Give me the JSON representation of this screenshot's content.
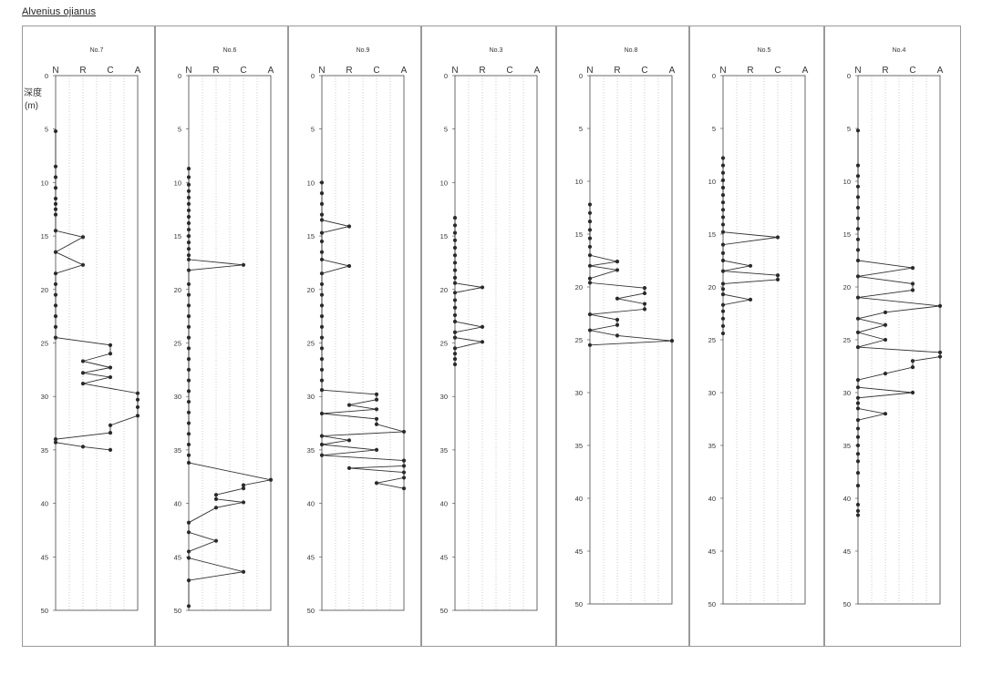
{
  "species": "Alvenius ojianus",
  "y_axis_label": "深度",
  "y_axis_unit": "(m)",
  "chart_data": [
    {
      "type": "line",
      "well": "No.7",
      "categories": [
        "N",
        "R",
        "C",
        "A"
      ],
      "ylim": [
        0,
        50
      ],
      "yticks": [
        0,
        5,
        10,
        15,
        20,
        25,
        30,
        35,
        40,
        45,
        50
      ],
      "depth": [
        5.2,
        8.5,
        9.5,
        10.5,
        11.5,
        12,
        12.5,
        13,
        14.5,
        15.1,
        16.5,
        17.7,
        18.5,
        19.5,
        20.5,
        21.5,
        22.5,
        23.5,
        24.5,
        25.2,
        26,
        26.7,
        27.3,
        27.8,
        28.2,
        28.8,
        29.7,
        30.3,
        31,
        31.8,
        32.7,
        33.4,
        34,
        34.3,
        34.7,
        35
      ],
      "abundance": [
        0,
        0,
        0,
        0,
        0,
        0,
        0,
        0,
        0,
        1,
        0,
        1,
        0,
        0,
        0,
        0,
        0,
        0,
        0,
        2,
        2,
        1,
        2,
        1,
        2,
        1,
        3,
        3,
        3,
        3,
        2,
        2,
        0,
        0,
        1,
        2
      ]
    },
    {
      "type": "line",
      "well": "No.6",
      "categories": [
        "N",
        "R",
        "C",
        "A"
      ],
      "ylim": [
        0,
        50
      ],
      "yticks": [
        0,
        5,
        10,
        15,
        20,
        25,
        30,
        35,
        40,
        45,
        50
      ],
      "depth": [
        8.7,
        9.5,
        10.2,
        10.8,
        11.4,
        12,
        12.6,
        13.2,
        13.8,
        14.4,
        15,
        15.6,
        16.2,
        16.8,
        17.2,
        17.7,
        18.2,
        19.5,
        20.5,
        21.5,
        22.5,
        23.5,
        24.5,
        25.5,
        26.5,
        27.5,
        28.5,
        29.5,
        30.5,
        31.5,
        32.5,
        33.5,
        34.5,
        35.5,
        36.2,
        37.8,
        38.3,
        38.6,
        39.2,
        39.6,
        39.9,
        40.4,
        41.8,
        42.7,
        43.5,
        44.5,
        45.1,
        46.4,
        47.2,
        49.6
      ],
      "abundance": [
        0,
        0,
        0,
        0,
        0,
        0,
        0,
        0,
        0,
        0,
        0,
        0,
        0,
        0,
        0,
        2,
        0,
        0,
        0,
        0,
        0,
        0,
        0,
        0,
        0,
        0,
        0,
        0,
        0,
        0,
        0,
        0,
        0,
        0,
        0,
        3,
        2,
        2,
        1,
        1,
        2,
        1,
        0,
        0,
        1,
        0,
        0,
        2,
        0,
        0
      ]
    },
    {
      "type": "line",
      "well": "No.9",
      "categories": [
        "N",
        "R",
        "C",
        "A"
      ],
      "ylim": [
        0,
        50
      ],
      "yticks": [
        0,
        5,
        10,
        15,
        20,
        25,
        30,
        35,
        40,
        45,
        50
      ],
      "depth": [
        10,
        11,
        12,
        13,
        13.5,
        14.1,
        14.7,
        15.5,
        16.5,
        17.2,
        17.8,
        18.5,
        19.5,
        20.5,
        21.5,
        22.5,
        23.5,
        24.5,
        25.5,
        26.5,
        27.5,
        28.5,
        29.4,
        29.8,
        30.3,
        30.8,
        31.2,
        31.6,
        32.1,
        32.6,
        33.3,
        33.7,
        34.1,
        34.5,
        35,
        35.5,
        36,
        36.5,
        36.7,
        37.1,
        37.6,
        38.1,
        38.6
      ],
      "abundance": [
        0,
        0,
        0,
        0,
        0,
        1,
        0,
        0,
        0,
        0,
        1,
        0,
        0,
        0,
        0,
        0,
        0,
        0,
        0,
        0,
        0,
        0,
        0,
        2,
        2,
        1,
        2,
        0,
        2,
        2,
        3,
        0,
        1,
        0,
        2,
        0,
        3,
        3,
        1,
        3,
        3,
        2,
        3
      ]
    },
    {
      "type": "line",
      "well": "No.3",
      "categories": [
        "N",
        "R",
        "C",
        "A"
      ],
      "ylim": [
        0,
        50
      ],
      "yticks": [
        0,
        5,
        10,
        15,
        20,
        25,
        30,
        35,
        40,
        45,
        50
      ],
      "depth": [
        13.3,
        14,
        14.7,
        15.4,
        16.1,
        16.8,
        17.5,
        18.2,
        18.9,
        19.4,
        19.8,
        20.3,
        21,
        21.7,
        22.4,
        23,
        23.5,
        24,
        24.5,
        24.9,
        25.5,
        26,
        26.5,
        27
      ],
      "abundance": [
        0,
        0,
        0,
        0,
        0,
        0,
        0,
        0,
        0,
        0,
        1,
        0,
        0,
        0,
        0,
        0,
        1,
        0,
        0,
        1,
        0,
        0,
        0,
        0
      ]
    },
    {
      "type": "line",
      "well": "No.8",
      "categories": [
        "N",
        "R",
        "C",
        "A"
      ],
      "ylim": [
        0,
        50
      ],
      "yticks": [
        0,
        5,
        10,
        15,
        20,
        25,
        30,
        35,
        40,
        45,
        50
      ],
      "depth": [
        12.2,
        13,
        13.8,
        14.6,
        15.4,
        16.2,
        17,
        17.6,
        18,
        18.4,
        19.2,
        19.6,
        20.1,
        20.6,
        21.1,
        21.6,
        22.1,
        22.6,
        23.1,
        23.6,
        24.1,
        24.6,
        25.1,
        25.5
      ],
      "abundance": [
        0,
        0,
        0,
        0,
        0,
        0,
        0,
        1,
        0,
        1,
        0,
        0,
        2,
        2,
        1,
        2,
        2,
        0,
        1,
        1,
        0,
        1,
        3,
        0
      ]
    },
    {
      "type": "line",
      "well": "No.5",
      "categories": [
        "N",
        "R",
        "C",
        "A"
      ],
      "ylim": [
        0,
        50
      ],
      "yticks": [
        0,
        5,
        10,
        15,
        20,
        25,
        30,
        35,
        40,
        45,
        50
      ],
      "depth": [
        7.8,
        8.5,
        9.2,
        9.9,
        10.6,
        11.3,
        12,
        12.7,
        13.4,
        14.1,
        14.8,
        15.3,
        16,
        16.8,
        17.5,
        18,
        18.5,
        18.9,
        19.3,
        19.7,
        20.2,
        20.7,
        21.2,
        21.7,
        22.3,
        23,
        23.7,
        24.4
      ],
      "abundance": [
        0,
        0,
        0,
        0,
        0,
        0,
        0,
        0,
        0,
        0,
        0,
        2,
        0,
        0,
        0,
        1,
        0,
        2,
        2,
        0,
        0,
        0,
        1,
        0,
        0,
        0,
        0,
        0
      ]
    },
    {
      "type": "line",
      "well": "No.4",
      "categories": [
        "N",
        "R",
        "C",
        "A"
      ],
      "ylim": [
        0,
        50
      ],
      "yticks": [
        0,
        5,
        10,
        15,
        20,
        25,
        30,
        35,
        40,
        45,
        50
      ],
      "depth": [
        5.2,
        8.5,
        9.5,
        10.5,
        11.5,
        12.5,
        13.5,
        14.5,
        15.5,
        16.5,
        17.5,
        18.2,
        19,
        19.7,
        20.3,
        21,
        21.8,
        22.4,
        23,
        23.6,
        24.3,
        25,
        25.7,
        26.2,
        26.6,
        27,
        27.6,
        28.2,
        28.8,
        29.5,
        30,
        30.5,
        31,
        31.5,
        32,
        32.6,
        33.4,
        34.2,
        35,
        35.8,
        36.5,
        37.6,
        38.8,
        40.6,
        41.2,
        41.6
      ],
      "abundance": [
        0,
        0,
        0,
        0,
        0,
        0,
        0,
        0,
        0,
        0,
        0,
        2,
        0,
        2,
        2,
        0,
        3,
        1,
        0,
        1,
        0,
        1,
        0,
        3,
        3,
        2,
        2,
        1,
        0,
        0,
        2,
        0,
        0,
        0,
        1,
        0,
        0,
        0,
        0,
        0,
        0,
        0,
        0,
        0,
        0,
        0
      ]
    }
  ]
}
